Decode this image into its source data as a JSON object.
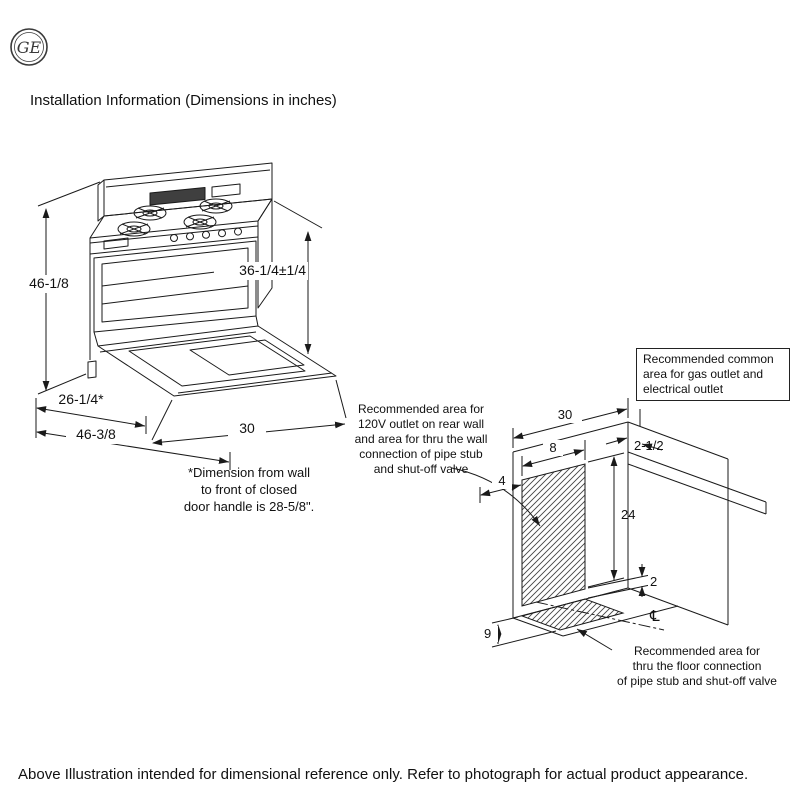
{
  "page": {
    "logo_text": "GE",
    "title": "Installation Information (Dimensions in inches)",
    "footer": "Above Illustration intended for dimensional reference only. Refer to photograph for actual product appearance."
  },
  "range": {
    "dim_height": "46-1/8",
    "dim_cooktop": "36-1/4±1/4",
    "dim_depth": "26-1/4*",
    "dim_depth_open": "46-3/8",
    "dim_width": "30",
    "note": "*Dimension from wall\nto front of closed\ndoor handle is 28-5/8\"."
  },
  "wall": {
    "dim_width": "30",
    "dim_right_offset": "2-1/2",
    "dim_area_width": "8",
    "dim_left_offset": "4",
    "dim_area_height": "24",
    "dim_above_floor": "2",
    "dim_floor_depth": "9",
    "centerline": "℄",
    "box_note": "Recommended common\narea for gas outlet and\nelectrical outlet",
    "wall_note": "Recommended area for\n120V outlet on rear wall\nand area for thru the wall\nconnection of pipe stub\nand shut-off valve",
    "floor_note": "Recommended area for\nthru the floor connection\nof pipe stub and shut-off valve"
  }
}
